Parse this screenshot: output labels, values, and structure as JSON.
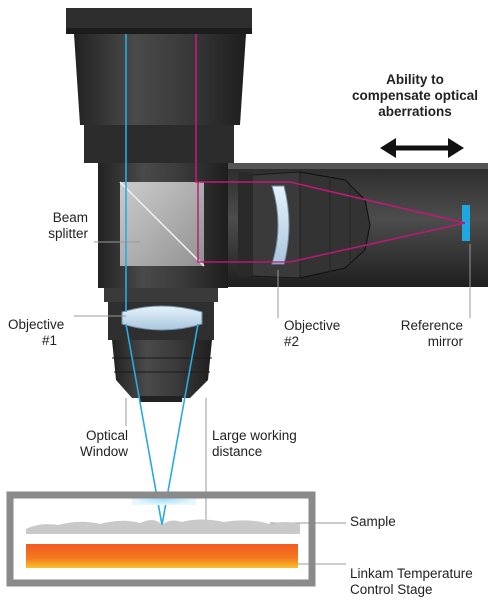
{
  "labels": {
    "compensate": [
      "Ability to",
      "compensate optical",
      "aberrations"
    ],
    "beam_splitter": [
      "Beam",
      "splitter"
    ],
    "objective1": [
      "Objective",
      "#1"
    ],
    "objective2": [
      "Objective",
      "#2"
    ],
    "reference_mirror": [
      "Reference",
      "mirror"
    ],
    "optical_window": [
      "Optical",
      "Window"
    ],
    "working_distance": [
      "Large working",
      "distance"
    ],
    "sample": [
      "Sample"
    ],
    "stage": [
      "Linkam Temperature",
      "Control Stage"
    ]
  },
  "colors": {
    "beam_cyan": "#29abe2",
    "beam_magenta": "#c2187a",
    "body_dark": "#2b2b2b",
    "stage_orange": "#f26b1d",
    "stage_yellow": "#f7c22a",
    "mirror_blue": "#1fa7e1"
  }
}
